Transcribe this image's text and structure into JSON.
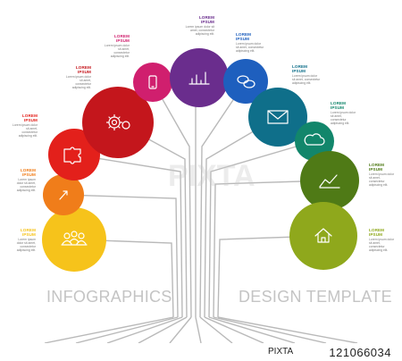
{
  "items": [
    {
      "title": "LOREM\nIPSUM",
      "body": "Lorem ipsum dolor sit amet, consectetur adipiscing elit.",
      "color": "#f6c31b",
      "icon": "people-icon"
    },
    {
      "title": "LOREM\nIPSUM",
      "body": "Lorem ipsum dolor sit amet, consectetur adipiscing elit.",
      "color": "#f07d1a",
      "icon": "cursor-icon"
    },
    {
      "title": "LOREM\nIPSUM",
      "body": "Lorem ipsum dolor sit amet, consectetur adipiscing elit.",
      "color": "#e3201b",
      "icon": "puzzle-icon"
    },
    {
      "title": "LOREM\nIPSUM",
      "body": "Lorem ipsum dolor sit amet, consectetur adipiscing elit.",
      "color": "#c4161c",
      "icon": "gear-icon"
    },
    {
      "title": "LOREM\nIPSUM",
      "body": "Lorem ipsum dolor sit amet, consectetur adipiscing elit.",
      "color": "#d01f6e",
      "icon": "phone-icon"
    },
    {
      "title": "LOREM\nIPSUM",
      "body": "Lorem ipsum dolor sit amet, consectetur adipiscing elit.",
      "color": "#6a2d8d",
      "icon": "bar-chart-icon"
    },
    {
      "title": "LOREM\nIPSUM",
      "body": "Lorem ipsum dolor sit amet, consectetur adipiscing elit.",
      "color": "#1e5fbe",
      "icon": "chat-icon"
    },
    {
      "title": "LOREM\nIPSUM",
      "body": "Lorem ipsum dolor sit amet, consectetur adipiscing elit.",
      "color": "#0f6f8a",
      "icon": "envelope-icon"
    },
    {
      "title": "LOREM\nIPSUM",
      "body": "Lorem ipsum dolor sit amet, consectetur adipiscing elit.",
      "color": "#12866b",
      "icon": "cloud-icon"
    },
    {
      "title": "LOREM\nIPSUM",
      "body": "Lorem ipsum dolor sit amet, consectetur adipiscing elit.",
      "color": "#4f7a16",
      "icon": "line-chart-icon"
    },
    {
      "title": "LOREM\nIPSUM",
      "body": "Lorem ipsum dolor sit amet, consectetur adipiscing elit.",
      "color": "#8fa81c",
      "icon": "home-icon"
    }
  ],
  "footer": {
    "left": "INFOGRAPHICS",
    "right": "DESIGN TEMPLATE"
  },
  "watermark": "PIXTA",
  "stock": {
    "logo": "PIXTA",
    "id": "121066034"
  }
}
